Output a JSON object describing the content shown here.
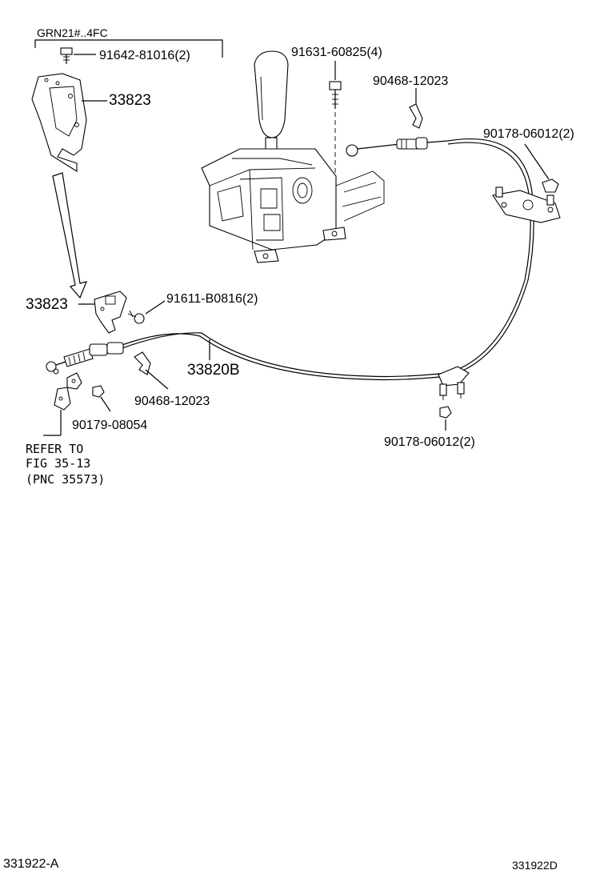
{
  "diagram": {
    "applicability": "GRN21#..4FC",
    "labels": {
      "bolt_top_left": "91642-81016(2)",
      "bracket_upper": "33823",
      "bracket_lower": "33823",
      "screw_bracket": "91611-B0816(2)",
      "bolt_shifter": "91631-60825(4)",
      "clip_top": "90468-12023",
      "nut_right": "90178-06012(2)",
      "cable": "33820B",
      "clip_bottom": "90468-12023",
      "nut_small": "90179-08054",
      "nut_bottom": "90178-06012(2)",
      "refer_line1": "REFER TO",
      "refer_line2": "FIG 35-13",
      "refer_line3": "(PNC 35573)"
    },
    "footer": {
      "left_code": "331922-A",
      "right_code": "331922D"
    }
  }
}
